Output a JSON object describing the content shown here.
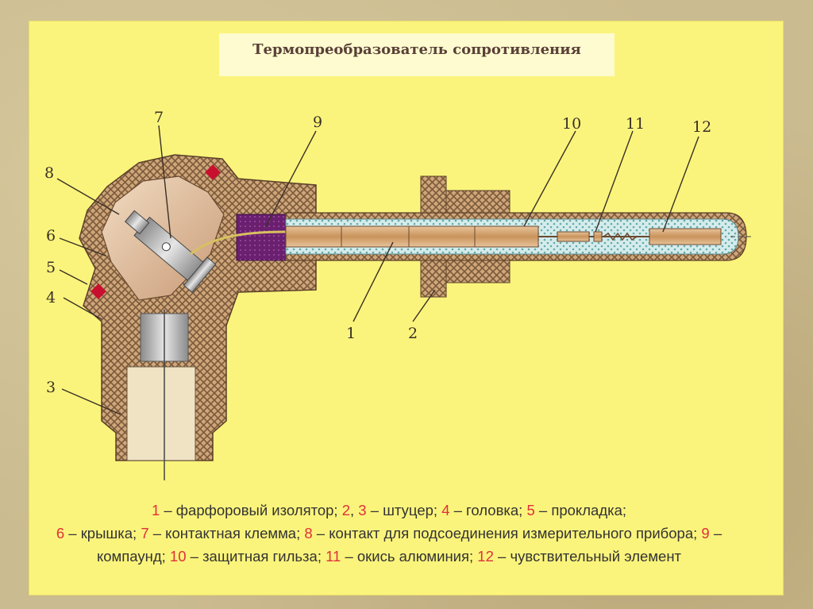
{
  "title": "Термопреобразователь сопротивления",
  "labels": {
    "n1": "1",
    "n2": "2",
    "n3": "3",
    "n4": "4",
    "n5": "5",
    "n6": "6",
    "n7": "7",
    "n8": "8",
    "n9": "9",
    "n10": "10",
    "n11": "11",
    "n12": "12"
  },
  "legend": [
    {
      "num": "1",
      "text": " – фарфоровый изолятор; "
    },
    {
      "num": "2",
      "text": ", "
    },
    {
      "num": "3",
      "text": " – штуцер; "
    },
    {
      "num": "4",
      "text": " – головка; "
    },
    {
      "num": "5",
      "text": " – прокладка;"
    },
    {
      "num": "6",
      "text": " – крышка; "
    },
    {
      "num": "7",
      "text": " – контактная клемма; "
    },
    {
      "num": "8",
      "text": " – контакт для подсоединения измерительного прибора; "
    },
    {
      "num": "9",
      "text": " – компаунд; "
    },
    {
      "num": "10",
      "text": " – защитная гильза; "
    },
    {
      "num": "11",
      "text": " – окись алюминия; "
    },
    {
      "num": "12",
      "text": " – чувствительный элемент"
    }
  ],
  "colors": {
    "slide": "#fbf47c",
    "housing": "#c89a6a",
    "compound": "#6a1f6f",
    "insulator": "#d9a27a",
    "number_red": "#e0303a"
  }
}
